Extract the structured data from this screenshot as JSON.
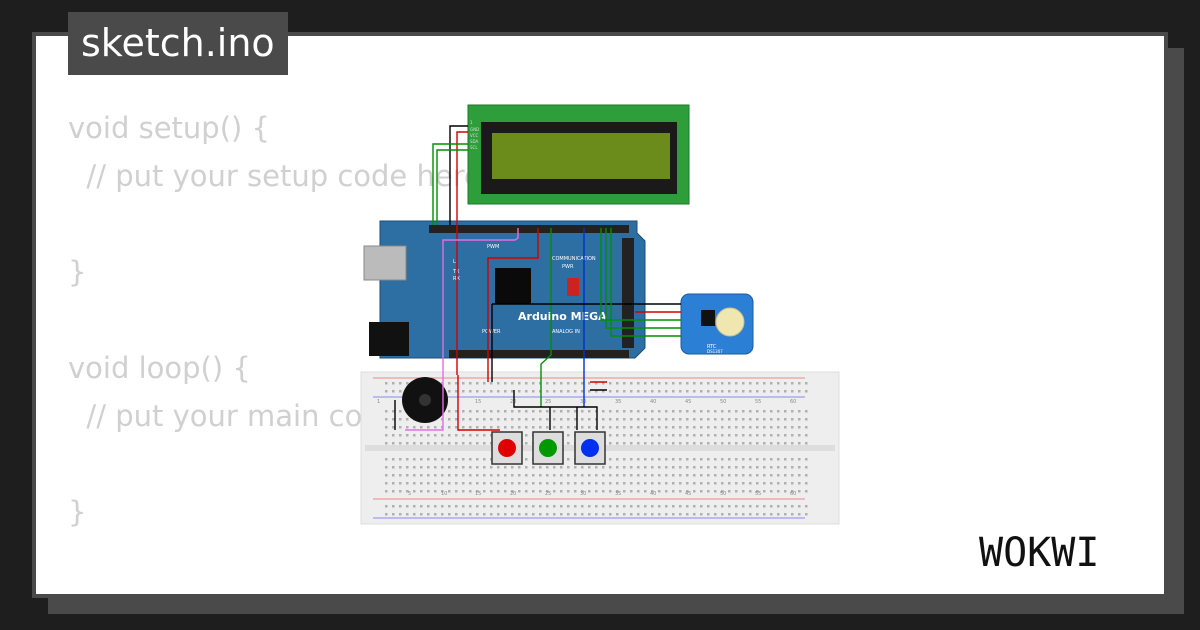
{
  "file_tab": {
    "title": "sketch.ino"
  },
  "code": {
    "lines": [
      "void setup() {",
      "  // put your setup code here, to run once:",
      "",
      "}",
      "",
      "void loop() {",
      "  // put your main code here, to run repeatedly:",
      "",
      "}"
    ]
  },
  "board": {
    "name": "Arduino MEGA",
    "labels": {
      "pwm": "PWM",
      "communication": "COMMUNICATION",
      "power": "POWER",
      "analog": "ANALOG IN",
      "pwr": "PWR",
      "tx": "TX",
      "rx": "RX",
      "l": "L"
    }
  },
  "lcd": {
    "pins": [
      "1",
      "GND",
      "VCC",
      "SDA",
      "SCL"
    ]
  },
  "rtc": {
    "label": "RTC",
    "chip": "DS1307"
  },
  "breadboard": {
    "numbers": [
      "1",
      "5",
      "10",
      "15",
      "20",
      "25",
      "30",
      "35",
      "40",
      "45",
      "50",
      "55",
      "60"
    ]
  },
  "buttons": [
    {
      "color": "#e00000"
    },
    {
      "color": "#009a00"
    },
    {
      "color": "#0030f0"
    }
  ],
  "wire_colors": {
    "black": "#000000",
    "red": "#d40000",
    "green": "#009000",
    "blue": "#0030d0",
    "pink": "#e070e0"
  },
  "brand": {
    "name": "WOKWI"
  }
}
